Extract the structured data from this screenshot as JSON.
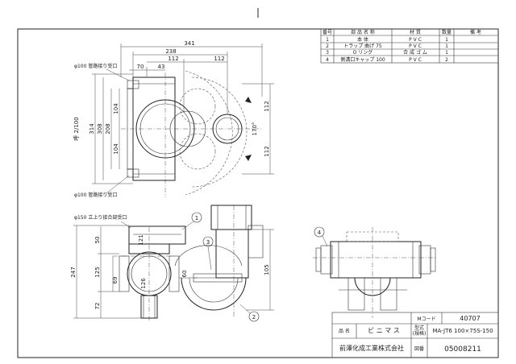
{
  "parts_table": {
    "headers": [
      "番号",
      "部 品 名 称",
      "材 質",
      "数量",
      "備 考"
    ],
    "rows": [
      {
        "no": "1",
        "name": "本 体",
        "material": "P V C",
        "qty": "1",
        "note": ""
      },
      {
        "no": "2",
        "name": "トラップ 曲げ 75",
        "material": "P V C",
        "qty": "1",
        "note": ""
      },
      {
        "no": "3",
        "name": "O リング",
        "material": "合 成 ゴ ム",
        "qty": "1",
        "note": ""
      },
      {
        "no": "4",
        "name": "側溝口キャップ 100",
        "material": "P V C",
        "qty": "2",
        "note": ""
      }
    ]
  },
  "top_view": {
    "dims": {
      "d341": "341",
      "d238": "238",
      "d112a": "112",
      "d112b": "112",
      "d43": "43",
      "d70": "70",
      "d314": "314",
      "d308": "308",
      "d208": "208",
      "d104a": "104",
      "d104b": "104",
      "d112c": "112",
      "d112d": "112",
      "angle": "170°"
    },
    "label_top": "φ100 管路接り受口",
    "label_bottom": "φ100 管路接り受口",
    "label_side": "呼 2/100"
  },
  "front_view": {
    "label_top": "φ150 立上り接合部受口",
    "dims": {
      "d50": "50",
      "d121": "121",
      "d125": "125",
      "d247": "247",
      "d69": "69",
      "d126": "126",
      "d72": "72",
      "d60": "60",
      "d105": "105"
    },
    "balloons": [
      "1",
      "2",
      "3"
    ]
  },
  "side_view": {
    "balloons": [
      "4"
    ]
  },
  "title_block": {
    "mcode_label": "Mコード",
    "mcode_value": "40707",
    "name_label": "品 名",
    "name_value": "ビ ニ マ ス",
    "model_label": "型式\n(規格)",
    "model_label_1": "型式",
    "model_label_2": "(規格)",
    "model_value": "MA-JT6 100×75S-150",
    "company": "前澤化成工業株式会社",
    "drawing_label": "図番",
    "drawing_value": "05008211"
  }
}
